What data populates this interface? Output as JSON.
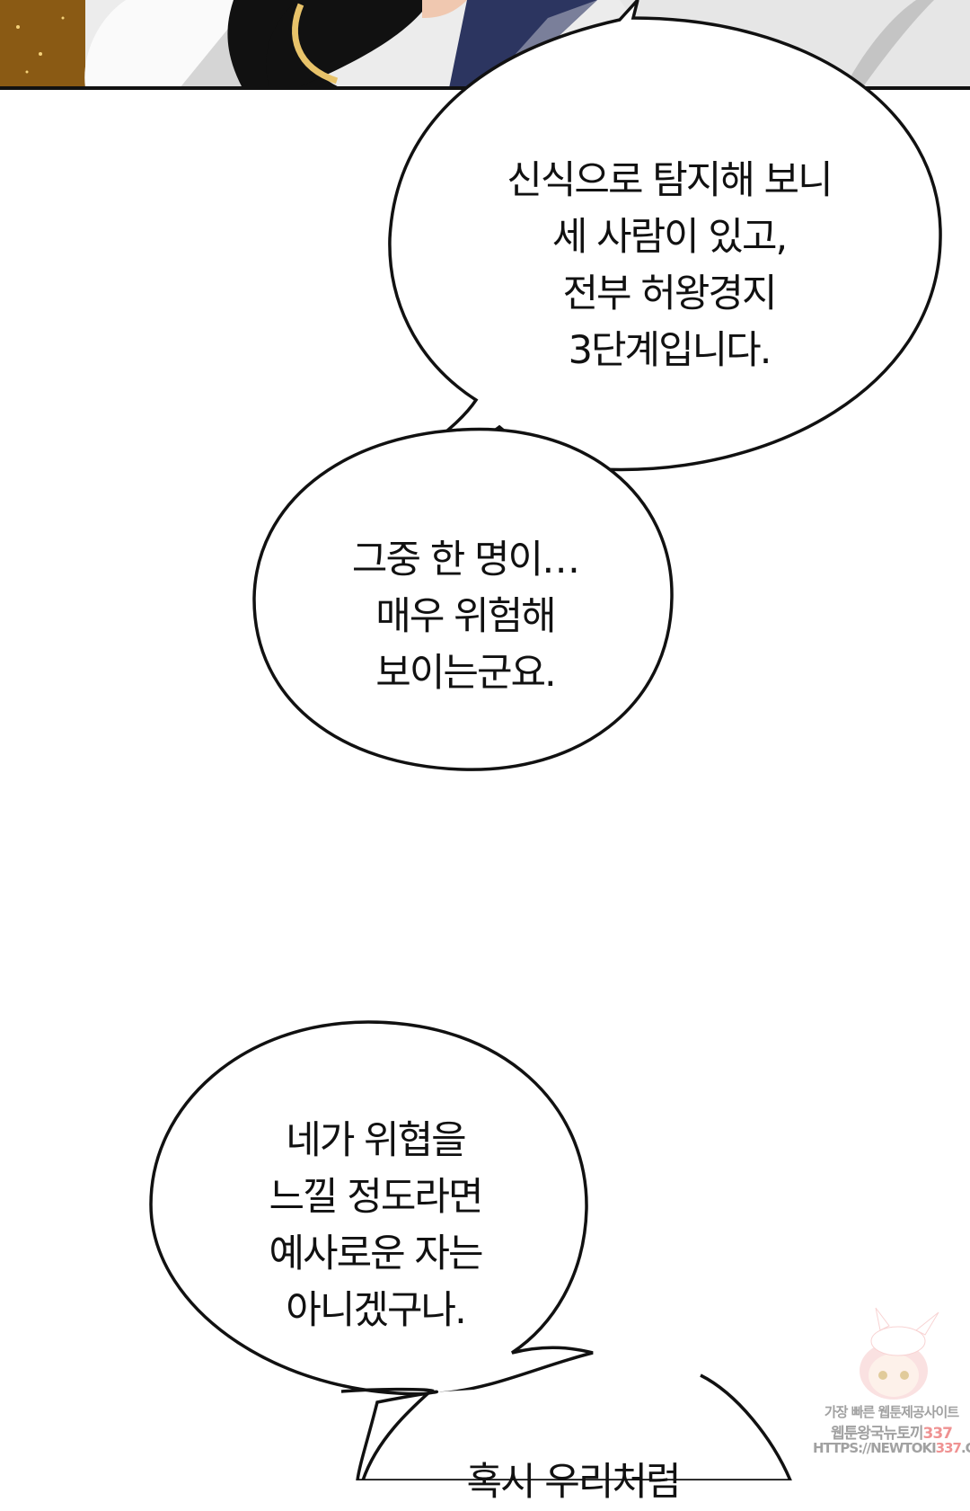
{
  "bubbles": [
    {
      "lines": [
        "신식으로 탐지해 보니",
        "세 사람이 있고,",
        "전부 허왕경지",
        "3단계입니다."
      ]
    },
    {
      "lines": [
        "그중 한 명이…",
        "매우 위험해",
        "보이는군요."
      ]
    },
    {
      "lines": [
        "네가 위협을",
        "느낄 정도라면",
        "예사로운 자는",
        "아니겠구나."
      ]
    },
    {
      "lines": [
        "혹시 우리처럼"
      ]
    }
  ],
  "watermark": {
    "line1": "가장 빠른 웹툰제공사이트",
    "line2_prefix": "웹툰왕국뉴토끼",
    "line2_number": "337",
    "line3_prefix": "HTTPS://NEWTOKI",
    "line3_number": "337",
    "line3_suffix": ".COM"
  },
  "colors": {
    "outline": "#111111",
    "accent": "#e23a3a"
  }
}
